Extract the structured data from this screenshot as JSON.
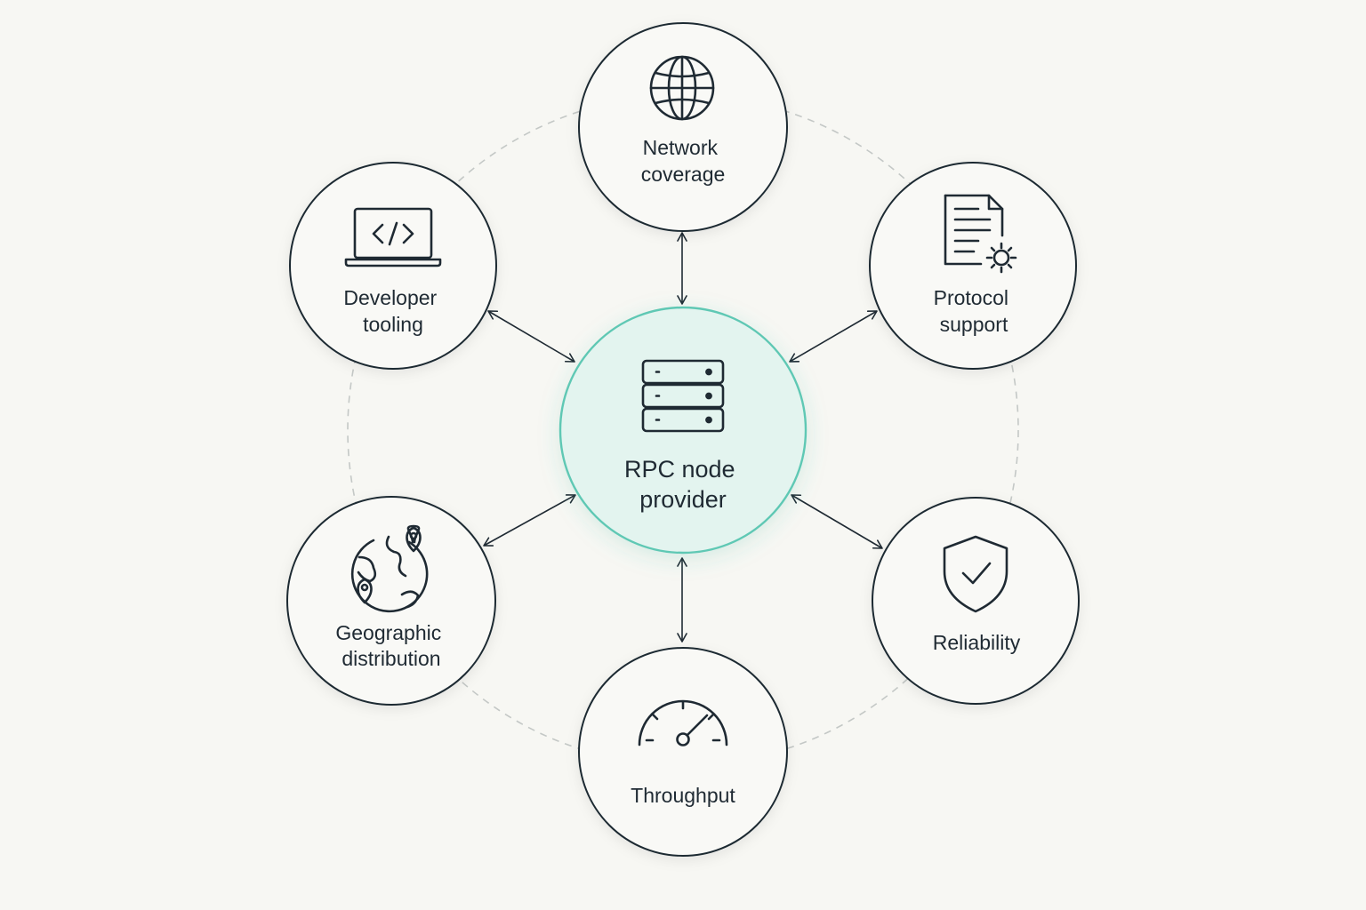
{
  "diagram": {
    "center": {
      "label_lines": [
        "RPC node",
        "provider"
      ],
      "icon": "server-rack-icon"
    },
    "nodes": [
      {
        "id": "network-coverage",
        "label_lines": [
          "Network",
          "coverage"
        ],
        "icon": "globe-icon"
      },
      {
        "id": "protocol-support",
        "label_lines": [
          "Protocol",
          "support"
        ],
        "icon": "document-gear-icon"
      },
      {
        "id": "reliability",
        "label_lines": [
          "Reliability"
        ],
        "icon": "shield-check-icon"
      },
      {
        "id": "throughput",
        "label_lines": [
          "Throughput"
        ],
        "icon": "speedometer-icon"
      },
      {
        "id": "geographic-distribution",
        "label_lines": [
          "Geographic",
          "distribution"
        ],
        "icon": "globe-pins-icon"
      },
      {
        "id": "developer-tooling",
        "label_lines": [
          "Developer",
          "tooling"
        ],
        "icon": "laptop-code-icon"
      }
    ],
    "colors": {
      "background": "#f7f7f3",
      "outline": "#1f2a33",
      "accent": "#5ec8b4",
      "center_fill": "#e3f4ef",
      "dashed_ring": "#c4c8c6"
    }
  }
}
